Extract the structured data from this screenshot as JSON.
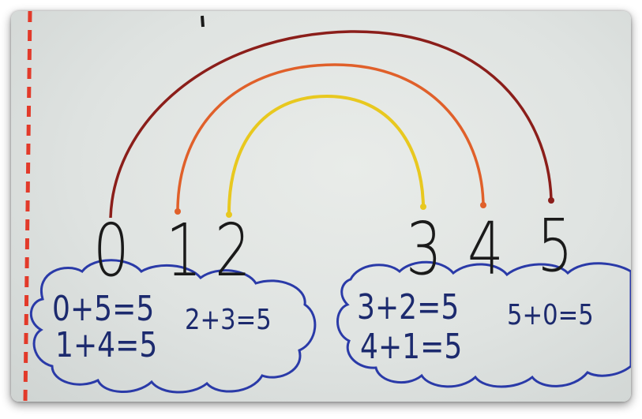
{
  "numbers": {
    "n0": "0",
    "n1": "1",
    "n2": "2",
    "n3": "3",
    "n4": "4",
    "n5": "5"
  },
  "equations": {
    "left_cloud": [
      "0+5=5",
      "1+4=5"
    ],
    "left_single": "2+3=5",
    "right_cloud": [
      "3+2=5",
      "4+1=5"
    ],
    "right_single": "5+0=5"
  },
  "colors": {
    "arc_outer": "#8b1e1a",
    "arc_middle": "#e0602a",
    "arc_inner": "#e8c81f",
    "cloud": "#2a3aa8",
    "margin_line": "#e23a2a"
  }
}
